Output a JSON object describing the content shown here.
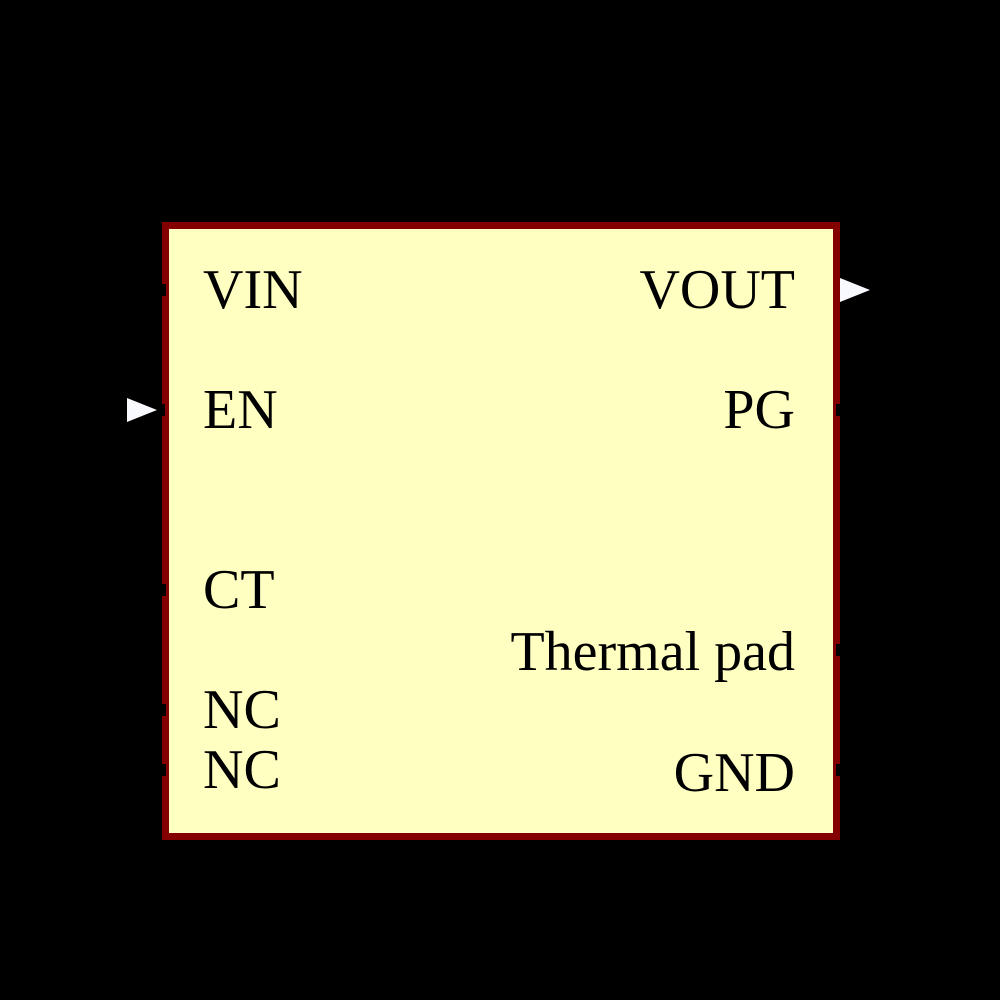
{
  "colors": {
    "background": "#000000",
    "body_fill": "#FFFFC2",
    "border": "#840000",
    "text": "#000000",
    "tick": "#000000",
    "arrow": "#F8F8FF"
  },
  "symbol": {
    "kind": "ic-schematic-symbol",
    "left_pins": [
      {
        "label": "VIN",
        "marker": "tick"
      },
      {
        "label": "EN",
        "marker": "arrow-right-into-body"
      },
      {
        "label": "CT",
        "marker": "tick"
      },
      {
        "label": "NC",
        "marker": "tick"
      },
      {
        "label": "NC",
        "marker": "tick"
      }
    ],
    "right_pins": [
      {
        "label": "VOUT",
        "marker": "arrow-right-out-of-body"
      },
      {
        "label": "PG",
        "marker": "tick"
      },
      {
        "label": "Thermal pad",
        "marker": "tick"
      },
      {
        "label": "GND",
        "marker": "tick"
      }
    ]
  }
}
